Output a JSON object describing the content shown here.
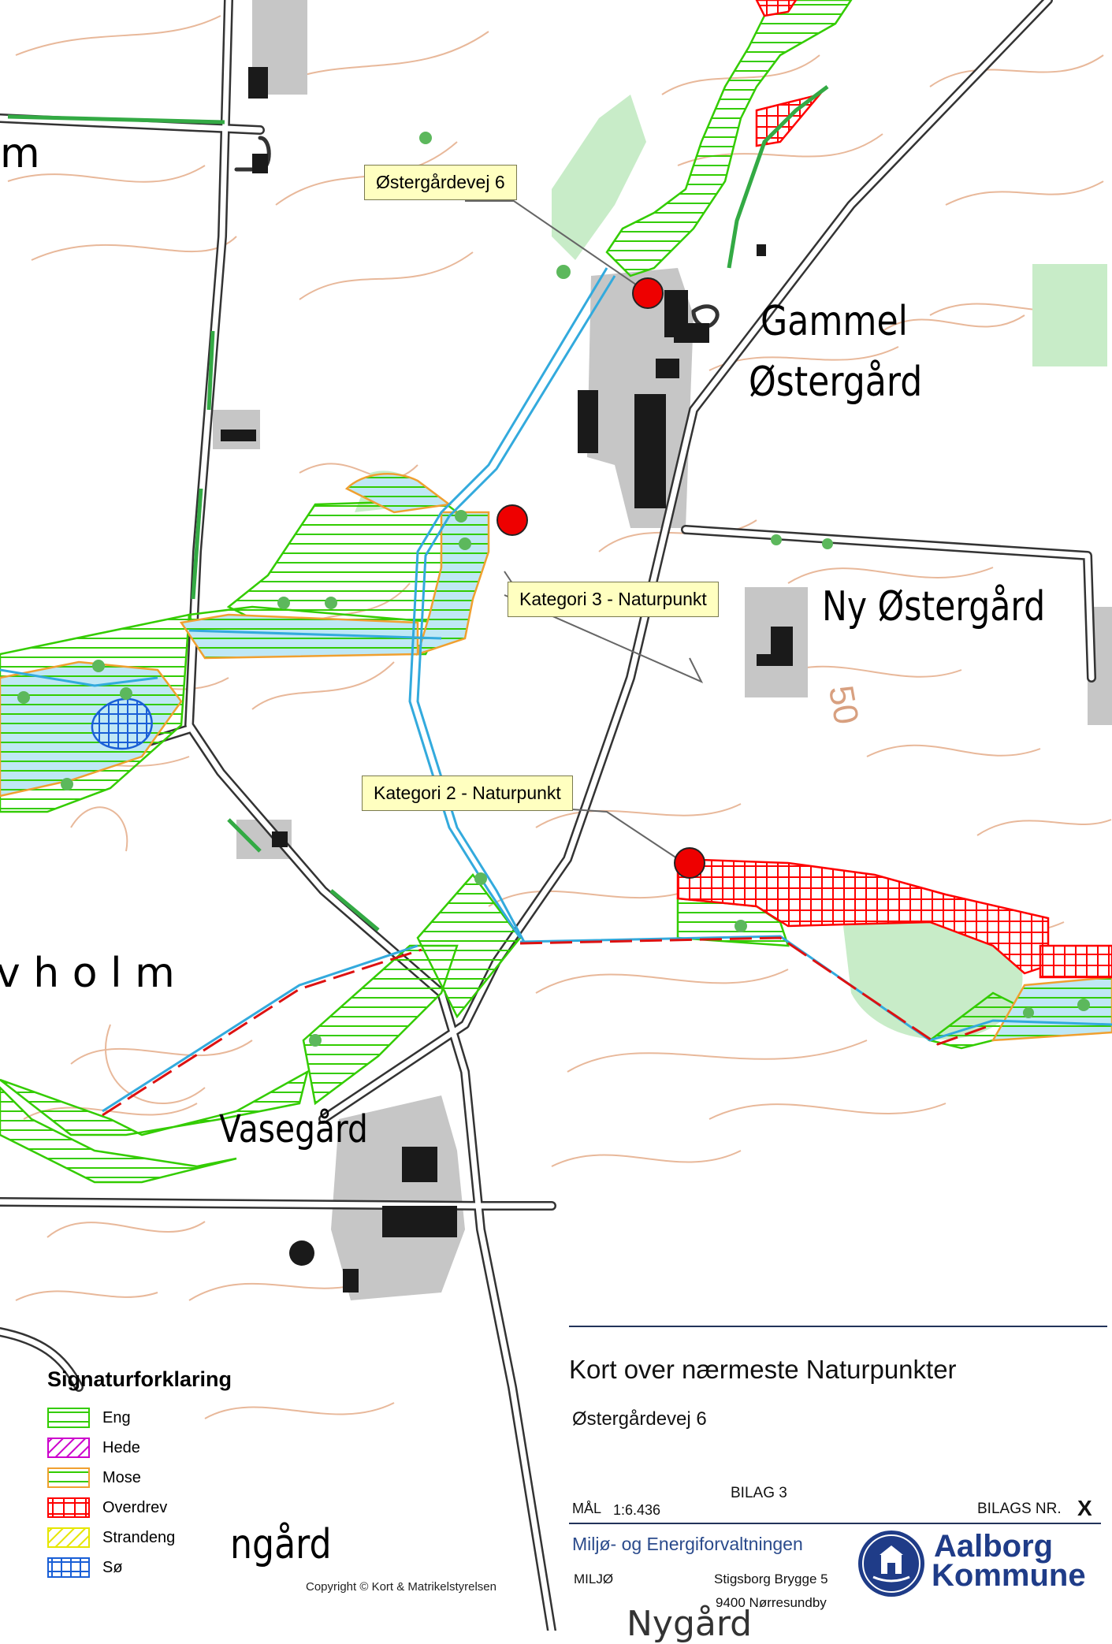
{
  "map": {
    "place_names": {
      "gammel_ostergaard_line1": "Gammel",
      "gammel_ostergaard_line2": "Østergård",
      "ny_ostergaard": "Ny Østergård",
      "vholm": "v h o l m",
      "vasegaard": "Vasegård",
      "ngaard": "ngård",
      "nygaard": "Nygård",
      "partial_m": "m",
      "contour_50": "50"
    },
    "callouts": {
      "address": "Østergårdevej 6",
      "category3": "Kategori 3 - Naturpunkt",
      "category2": "Kategori 2 - Naturpunkt"
    },
    "colors": {
      "eng": "#33cc00",
      "hede": "#cc00cc",
      "mose": "#f0a030",
      "overdrev": "#ff0000",
      "strandeng": "#e6e600",
      "soe": "#1a5fd6",
      "stream": "#33aadd",
      "marker": "#ee0000",
      "contour": "#e8b89a",
      "building": "#1a1a1a",
      "built_area": "#c6c6c6",
      "forest": "#c8ecc8"
    }
  },
  "legend": {
    "title": "Signaturforklaring",
    "items": [
      {
        "label": "Eng",
        "color": "#33cc00",
        "pattern": "horizontal"
      },
      {
        "label": "Hede",
        "color": "#cc00cc",
        "pattern": "diagonal"
      },
      {
        "label": "Mose",
        "color": "#f0a030",
        "pattern": "horizontal"
      },
      {
        "label": "Overdrev",
        "color": "#ff0000",
        "pattern": "grid"
      },
      {
        "label": "Strandeng",
        "color": "#e6e600",
        "pattern": "diagonal"
      },
      {
        "label": "Sø",
        "color": "#1a5fd6",
        "pattern": "grid"
      }
    ]
  },
  "titleblock": {
    "title": "Kort over nærmeste Naturpunkter",
    "subtitle": "Østergårdevej 6",
    "scale_label": "MÅL",
    "scale_value": "1:6.436",
    "bilag": "BILAG 3",
    "bilags_nr_label": "BILAGS NR.",
    "bilags_nr_value": "X",
    "department": "Miljø- og Energiforvaltningen",
    "unit": "MILJØ",
    "address_line1": "Stigsborg Brygge 5",
    "address_line2": "9400  Nørresundby",
    "logo_line1": "Aalborg",
    "logo_line2": "Kommune"
  },
  "copyright": "Copyright © Kort & Matrikelstyrelsen"
}
